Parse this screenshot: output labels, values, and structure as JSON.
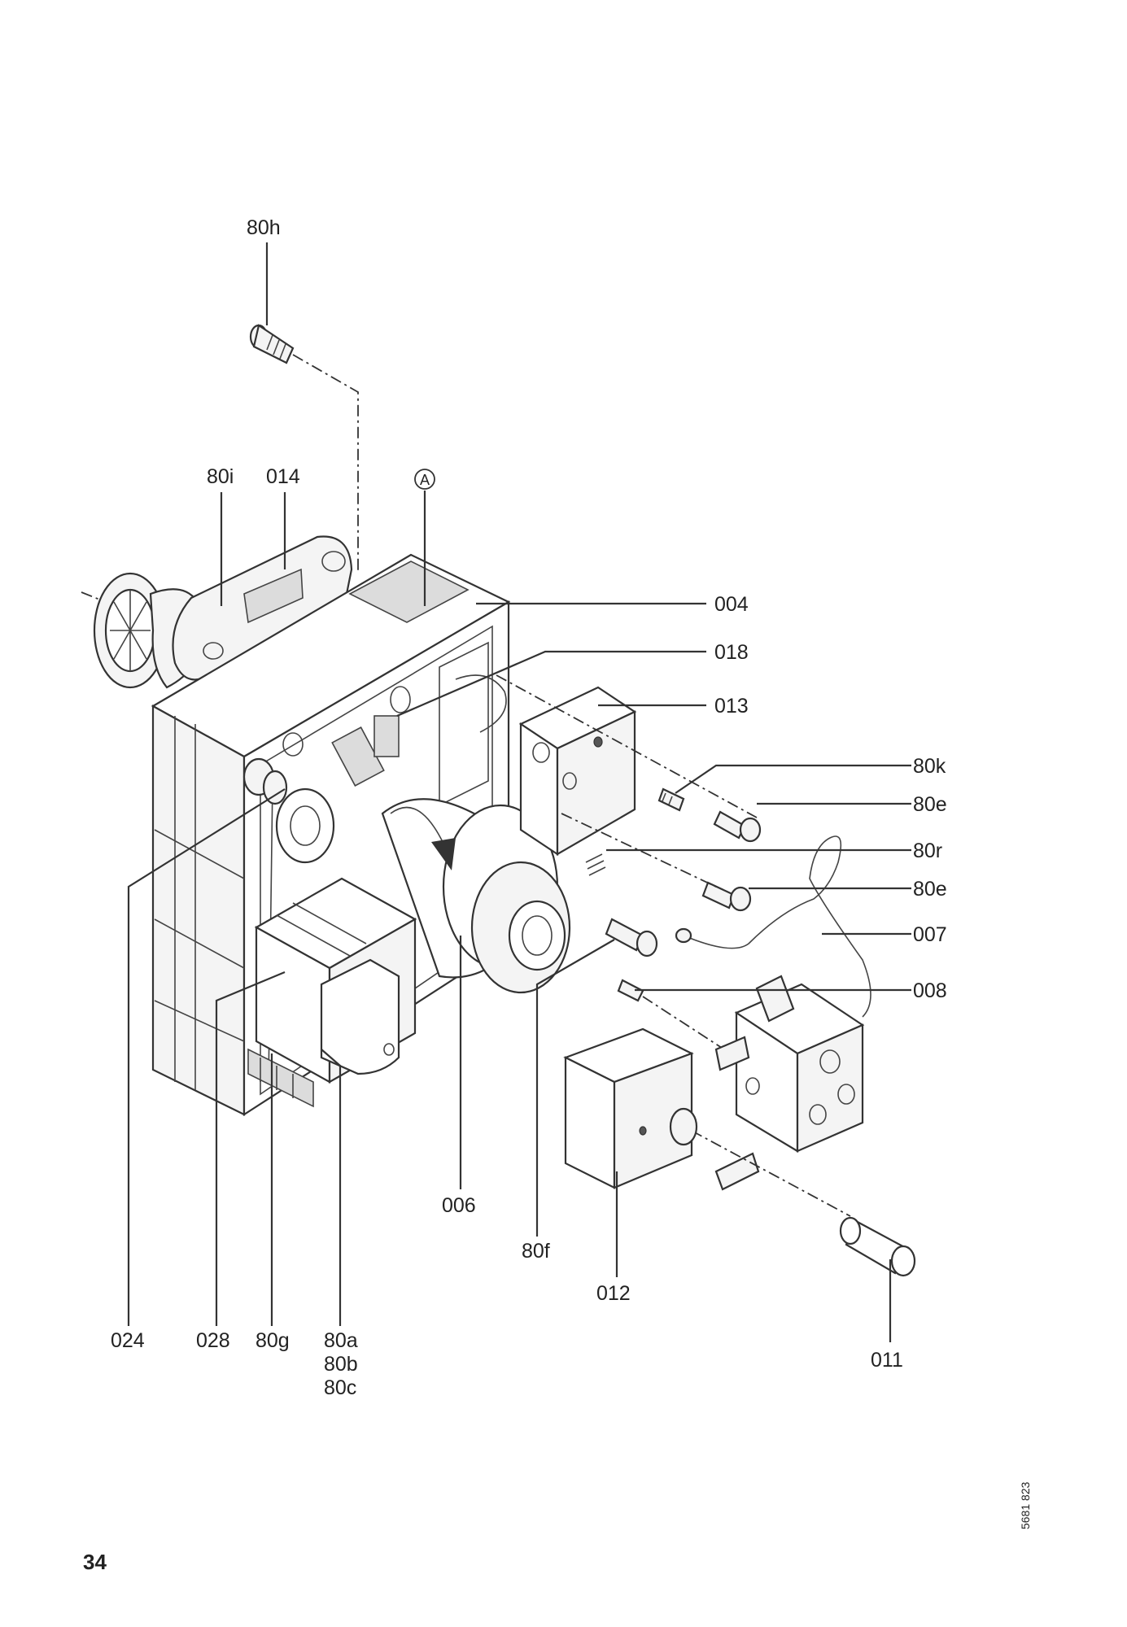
{
  "diagram": {
    "labels": {
      "l80h": "80h",
      "l80i": "80i",
      "l014": "014",
      "lA": "A",
      "l004": "004",
      "l018": "018",
      "l013": "013",
      "l80k": "80k",
      "l80e_1": "80e",
      "l80r": "80r",
      "l80e_2": "80e",
      "l007": "007",
      "l008": "008",
      "l006": "006",
      "l80f": "80f",
      "l012": "012",
      "l011": "011",
      "l024": "024",
      "l028": "028",
      "l80g": "80g",
      "l80a": "80a",
      "l80b": "80b",
      "l80c": "80c"
    }
  },
  "footer": {
    "page_number": "34",
    "doc_code": "5681 823"
  }
}
